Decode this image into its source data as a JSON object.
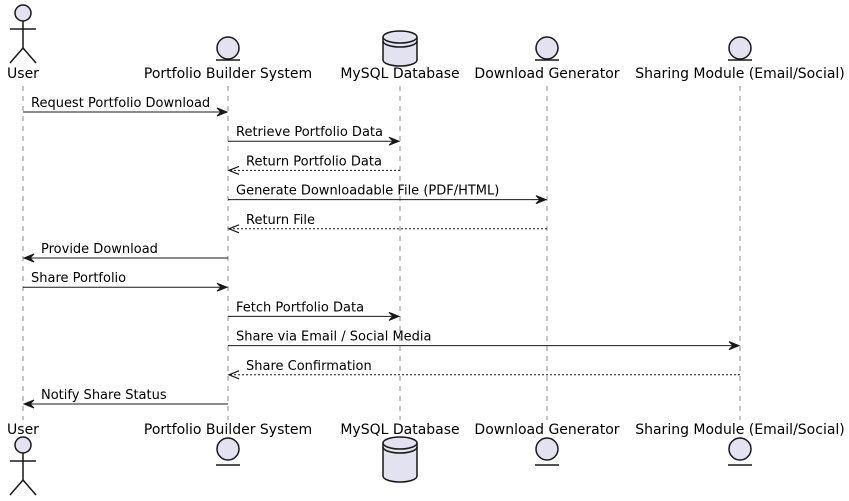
{
  "participants": [
    {
      "id": "user",
      "label": "User",
      "kind": "actor"
    },
    {
      "id": "pbs",
      "label": "Portfolio Builder System",
      "kind": "entity"
    },
    {
      "id": "db",
      "label": "MySQL Database",
      "kind": "database"
    },
    {
      "id": "dg",
      "label": "Download Generator",
      "kind": "entity"
    },
    {
      "id": "sm",
      "label": "Sharing Module (Email/Social)",
      "kind": "entity"
    }
  ],
  "messages": [
    {
      "from": "user",
      "to": "pbs",
      "label": "Request Portfolio Download",
      "style": "solid"
    },
    {
      "from": "pbs",
      "to": "db",
      "label": "Retrieve Portfolio Data",
      "style": "solid"
    },
    {
      "from": "db",
      "to": "pbs",
      "label": "Return Portfolio Data",
      "style": "dashed"
    },
    {
      "from": "pbs",
      "to": "dg",
      "label": "Generate Downloadable File (PDF/HTML)",
      "style": "solid"
    },
    {
      "from": "dg",
      "to": "pbs",
      "label": "Return File",
      "style": "dashed"
    },
    {
      "from": "pbs",
      "to": "user",
      "label": "Provide Download",
      "style": "solid"
    },
    {
      "from": "user",
      "to": "pbs",
      "label": "Share Portfolio",
      "style": "solid"
    },
    {
      "from": "pbs",
      "to": "db",
      "label": "Fetch Portfolio Data",
      "style": "solid"
    },
    {
      "from": "pbs",
      "to": "sm",
      "label": "Share via Email / Social Media",
      "style": "solid"
    },
    {
      "from": "sm",
      "to": "pbs",
      "label": "Share Confirmation",
      "style": "dashed"
    },
    {
      "from": "pbs",
      "to": "user",
      "label": "Notify Share Status",
      "style": "solid"
    }
  ],
  "colors": {
    "participant_fill": "#E2E2F0",
    "line": "#181818",
    "text": "#000000",
    "background": "#FFFFFF"
  }
}
